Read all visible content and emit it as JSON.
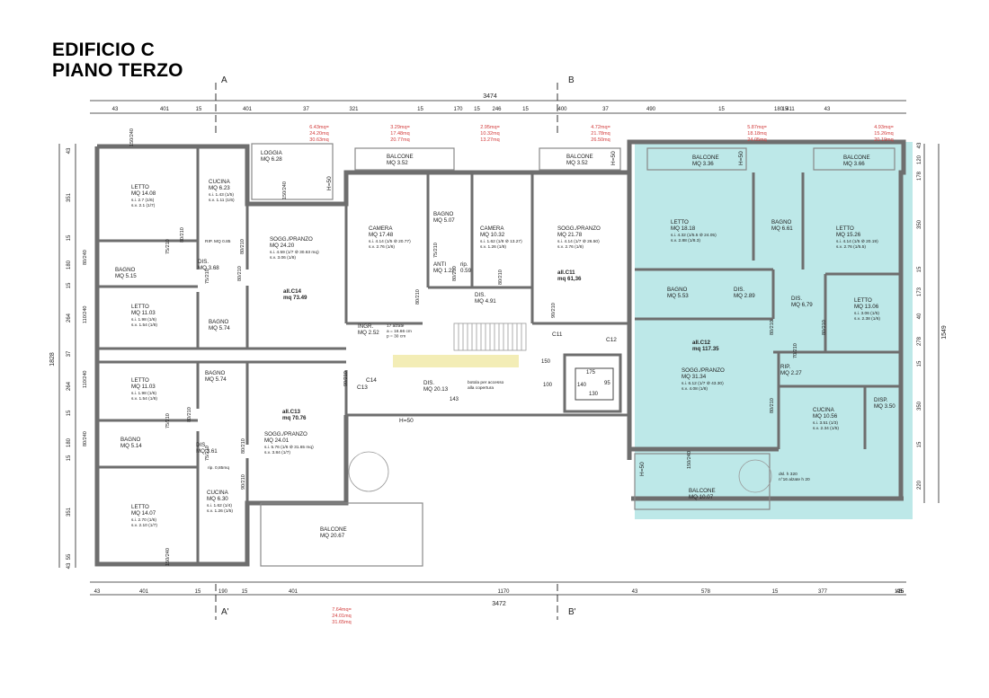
{
  "title": {
    "line1": "EDIFICIO C",
    "line2": "PIANO TERZO"
  },
  "sections": {
    "a_top": "A",
    "b_top": "B",
    "a_bottom": "A'",
    "b_bottom": "B'"
  },
  "top_dims": {
    "total": "3474",
    "segments": [
      "43",
      "401",
      "15",
      "401",
      "37",
      "321",
      "15",
      "170",
      "15",
      "246",
      "15",
      "400",
      "37",
      "490",
      "15",
      "180",
      "15",
      "411",
      "43"
    ]
  },
  "bottom_dims": {
    "total": "3472",
    "segments": [
      "43",
      "401",
      "15",
      "190",
      "15",
      "401",
      "1170",
      "43",
      "578",
      "15",
      "377",
      "15",
      "125",
      "43"
    ]
  },
  "left_dims": {
    "total": "1828",
    "segments": [
      "43",
      "351",
      "15",
      "180",
      "15",
      "264",
      "37",
      "264",
      "15",
      "180",
      "15",
      "351",
      "55",
      "43"
    ]
  },
  "right_dims": {
    "total": "1549",
    "segments": [
      "43",
      "120",
      "178",
      "350",
      "15",
      "173",
      "40",
      "278",
      "15",
      "350",
      "15",
      "220"
    ]
  },
  "area_notes": {
    "n1": [
      "6.43mq=",
      "24.20mq",
      "30.63mq"
    ],
    "n2": [
      "3.29mq=",
      "17.48mq",
      "20.77mq"
    ],
    "n3": [
      "2.95mq=",
      "10.32mq",
      "13.27mq"
    ],
    "n4": [
      "4.72mq=",
      "21.78mq",
      "26.50mq"
    ],
    "n5": [
      "5.87mq=",
      "18.18mq",
      "24.05mq"
    ],
    "n6": [
      "4.93mq=",
      "15.26mq",
      "20.19mq"
    ],
    "n7": [
      "7.64mq=",
      "24.01mq",
      "31.65mq"
    ]
  },
  "rooms": {
    "letto_nw": {
      "name": "LETTO",
      "area": "MQ 14.08",
      "si": "s.i. 2.7 (1/6)",
      "sv": "s.v. 2.1 (1/7)"
    },
    "cucina_nw": {
      "name": "CUCINA",
      "area": "MQ 6.23",
      "si": "s.i. 1.43 (1/5)",
      "sv": "s.v. 1.11 (1/6)"
    },
    "loggia": {
      "name": "LOGGIA",
      "area": "MQ 6.28"
    },
    "rip_n": {
      "label": "RIP. MQ 0.85"
    },
    "bagno_w1": {
      "name": "BAGNO",
      "area": "MQ 5.15"
    },
    "dis_w1": {
      "name": "DIS.",
      "area": "MQ 3.68"
    },
    "sogg_c14": {
      "name": "SOGG./PRANZO",
      "area": "MQ 24.20",
      "si": "s.i. 4.59 (1/7 ⊘ 30.63 mq)",
      "sv": "s.v. 3.06 (1/8)"
    },
    "c14": {
      "name": "all.C14",
      "area": "mq 73.49"
    },
    "letto_w2": {
      "name": "LETTO",
      "area": "MQ 11.03",
      "si": "s.i. 1.98 (1/6)",
      "sv": "s.v. 1.54 (1/8)"
    },
    "bagno_w2": {
      "name": "BAGNO",
      "area": "MQ 5.74"
    },
    "camera_1": {
      "name": "CAMERA",
      "area": "MQ 17.48",
      "si": "s.i. 4.14 (1/5 ⊘ 20.77)",
      "sv": "s.v. 2.76 (1/6)"
    },
    "bagno_c1": {
      "name": "BAGNO",
      "area": "MQ 5.07"
    },
    "anti": {
      "name": "ANTI",
      "area": "MQ 1.22"
    },
    "rip_c": {
      "name": "rip.",
      "area": "0.59"
    },
    "camera_2": {
      "name": "CAMERA",
      "area": "MQ 10.32",
      "si": "s.i. 1.62 (1/8 ⊘ 13.27)",
      "sv": "s.v. 1.26 (1/8)"
    },
    "dis_c1": {
      "name": "DIS.",
      "area": "MQ 4.91"
    },
    "sogg_c11": {
      "name": "SOGG./PRANZO",
      "area": "MQ 21.78",
      "si": "s.i. 4.14 (1/7 ⊘ 26.50)",
      "sv": "s.v. 2.76 (1/8)"
    },
    "c11": {
      "name": "all.C11",
      "area": "mq 61,36"
    },
    "balcone_1": {
      "name": "BALCONE",
      "area": "MQ 3.52"
    },
    "balcone_2": {
      "name": "BALCONE",
      "area": "MQ 3.52"
    },
    "balcone_3": {
      "name": "BALCONE",
      "area": "MQ 3.36"
    },
    "balcone_4": {
      "name": "BALCONE",
      "area": "MQ 3.66"
    },
    "letto_e1": {
      "name": "LETTO",
      "area": "MQ 18.18",
      "si": "s.i. 4.32 (1/5.5 ⊘ 24.05)",
      "sv": "s.v. 2.88 (1/8.3)"
    },
    "bagno_e1": {
      "name": "BAGNO",
      "area": "MQ 6.61"
    },
    "letto_e2": {
      "name": "LETTO",
      "area": "MQ 15.26",
      "si": "s.i. 4.14 (1/5 ⊘ 20.19)",
      "sv": "s.v. 2.76 (1/5.5)"
    },
    "bagno_e2": {
      "name": "BAGNO",
      "area": "MQ 5.53"
    },
    "dis_e1": {
      "name": "DIS.",
      "area": "MQ 2.89"
    },
    "dis_e2": {
      "name": "DIS.",
      "area": "MQ 6,79"
    },
    "letto_e3": {
      "name": "LETTO",
      "area": "MQ 13.06",
      "si": "s.i. 3.06 (1/5)",
      "sv": "s.v. 2.38 (1/6)"
    },
    "ingr": {
      "name": "INGR.",
      "area": "MQ 2.52"
    },
    "stair": {
      "l1": "17 alzate",
      "l2": "a = 16.66 cm",
      "l3": "p = 30 cm"
    },
    "c12": {
      "name": "all.C12",
      "area": "mq 117.35"
    },
    "sogg_c12": {
      "name": "SOGG./PRANZO",
      "area": "MQ 31.34",
      "si": "s.i. 6.12 (1/7 ⊘ 43.30)",
      "sv": "s.v. 4.08 (1/8)"
    },
    "rip_e": {
      "name": "RIP.",
      "area": "MQ 2.27"
    },
    "cucina_e": {
      "name": "CUCINA",
      "area": "MQ 10.56",
      "si": "s.i. 3.51 (1/3)",
      "sv": "s.v. 2.34 (1/5)"
    },
    "disp": {
      "name": "DISP.",
      "area": "MQ 3.50"
    },
    "letto_w3": {
      "name": "LETTO",
      "area": "MQ 11.03",
      "si": "s.i. 1.98 (1/6)",
      "sv": "s.v. 1.54 (1/8)"
    },
    "bagno_w3": {
      "name": "BAGNO",
      "area": "MQ 5.74"
    },
    "dis_c2": {
      "name": "DIS.",
      "area": "MQ 20.13"
    },
    "botola": {
      "l1": "botola per accesso",
      "l2": "alla copertura"
    },
    "sogg_c13": {
      "name": "SOGG./PRANZO",
      "area": "MQ 24.01",
      "si": "s.i. 5.76 (1/6 ⊘ 31.65 mq)",
      "sv": "s.v. 3.84 (1/7)"
    },
    "c13": {
      "name": "all.C13",
      "area": "mq 70.76"
    },
    "bagno_w4": {
      "name": "BAGNO",
      "area": "MQ 5.14"
    },
    "dis_w4": {
      "name": "DIS.",
      "area": "MQ 3.61"
    },
    "rip_w": {
      "label": "rip. 0,85mq"
    },
    "letto_w4": {
      "name": "LETTO",
      "area": "MQ 14.07",
      "si": "s.i. 2.70 (1/6)",
      "sv": "s.v. 2.10 (1/7)"
    },
    "cucina_sw": {
      "name": "CUCINA",
      "area": "MQ 6.30",
      "si": "s.i. 1.62 (1/4)",
      "sv": "s.v. 1.26 (1/5)"
    },
    "balcone_s": {
      "name": "BALCONE",
      "area": "MQ 20.67"
    },
    "balcone_se": {
      "name": "BALCONE",
      "area": "MQ 10.07"
    },
    "stair_note": {
      "l1": "dsl. h 320",
      "l2": "n°16 alzate h 20"
    }
  },
  "tags": {
    "c11": "C11",
    "c12": "C12",
    "c13": "C13",
    "c14": "C14",
    "h50_1": "H=50",
    "h50_2": "H=50",
    "h50_3": "H=50",
    "h50_4": "H=50",
    "h50_5": "H=50",
    "h50_6": "H=50"
  },
  "openings": {
    "d1": "80/210",
    "d2": "75/210",
    "d3": "80/210",
    "d4": "75/210",
    "d5": "80/210",
    "d6": "75/210",
    "d7": "80/210",
    "d8": "90/210",
    "d9": "80/210",
    "d10": "70/210",
    "d11": "80/210",
    "d12": "80/210",
    "d13": "90/210",
    "d14": "80/210",
    "d15": "80/210",
    "d16": "75/210",
    "d17": "75/210",
    "d18": "80/210",
    "d19": "90/210",
    "d20": "80/210",
    "w1": "150/240",
    "w2": "150/240",
    "w3": "110/240",
    "w4": "110/240",
    "w5": "80/240",
    "w6": "80/240",
    "w7": "150/240",
    "w8": "150/240"
  },
  "lift": {
    "a": "175",
    "b": "140",
    "c": "130",
    "d": "95",
    "e": "150",
    "f": "143",
    "g": "100"
  },
  "colors": {
    "highlight": "#b6e6e6",
    "wall": "#6e6e6e",
    "dim": "#222222",
    "note": "#d23a3a"
  }
}
